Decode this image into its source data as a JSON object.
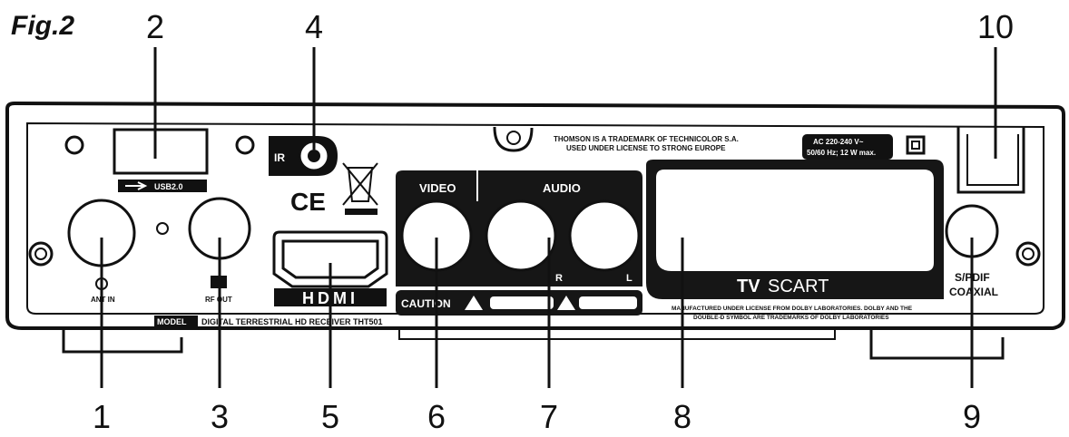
{
  "figure": {
    "label": "Fig.2",
    "callouts": [
      "1",
      "2",
      "3",
      "4",
      "5",
      "6",
      "7",
      "8",
      "9",
      "10"
    ]
  },
  "panel": {
    "usb_label": "USB2.0",
    "ir_label": "IR",
    "ce_mark": "CE",
    "hdmi_label": "HDMI",
    "video_label": "VIDEO",
    "audio_label": "AUDIO",
    "audio_right": "R",
    "audio_left": "L",
    "caution_label": "CAUTION",
    "scart_label_bold": "TV",
    "scart_label": "SCART",
    "spdif_label_1": "S/PDIF",
    "spdif_label_2": "COAXIAL",
    "trademark_line_1": "THOMSON IS A TRADEMARK OF TECHNICOLOR S.A.",
    "trademark_line_2": "USED UNDER LICENSE TO STRONG EUROPE",
    "power_line_1": "AC 220-240 V~",
    "power_line_2": "50/60 Hz; 12 W max.",
    "model_tag": "MODEL",
    "model_text": "DIGITAL TERRESTRIAL HD RECEIVER THT501",
    "dolby_line_1": "MANUFACTURED UNDER LICENSE FROM DOLBY LABORATORIES. DOLBY AND THE",
    "dolby_line_2": "DOUBLE-D SYMBOL ARE TRADEMARKS OF DOLBY LABORATORIES",
    "ant_in_label": "ANT IN",
    "rf_out_label": "RF OUT"
  },
  "colors": {
    "ink": "#111111",
    "panel": "#ffffff",
    "plate": "#161616"
  }
}
